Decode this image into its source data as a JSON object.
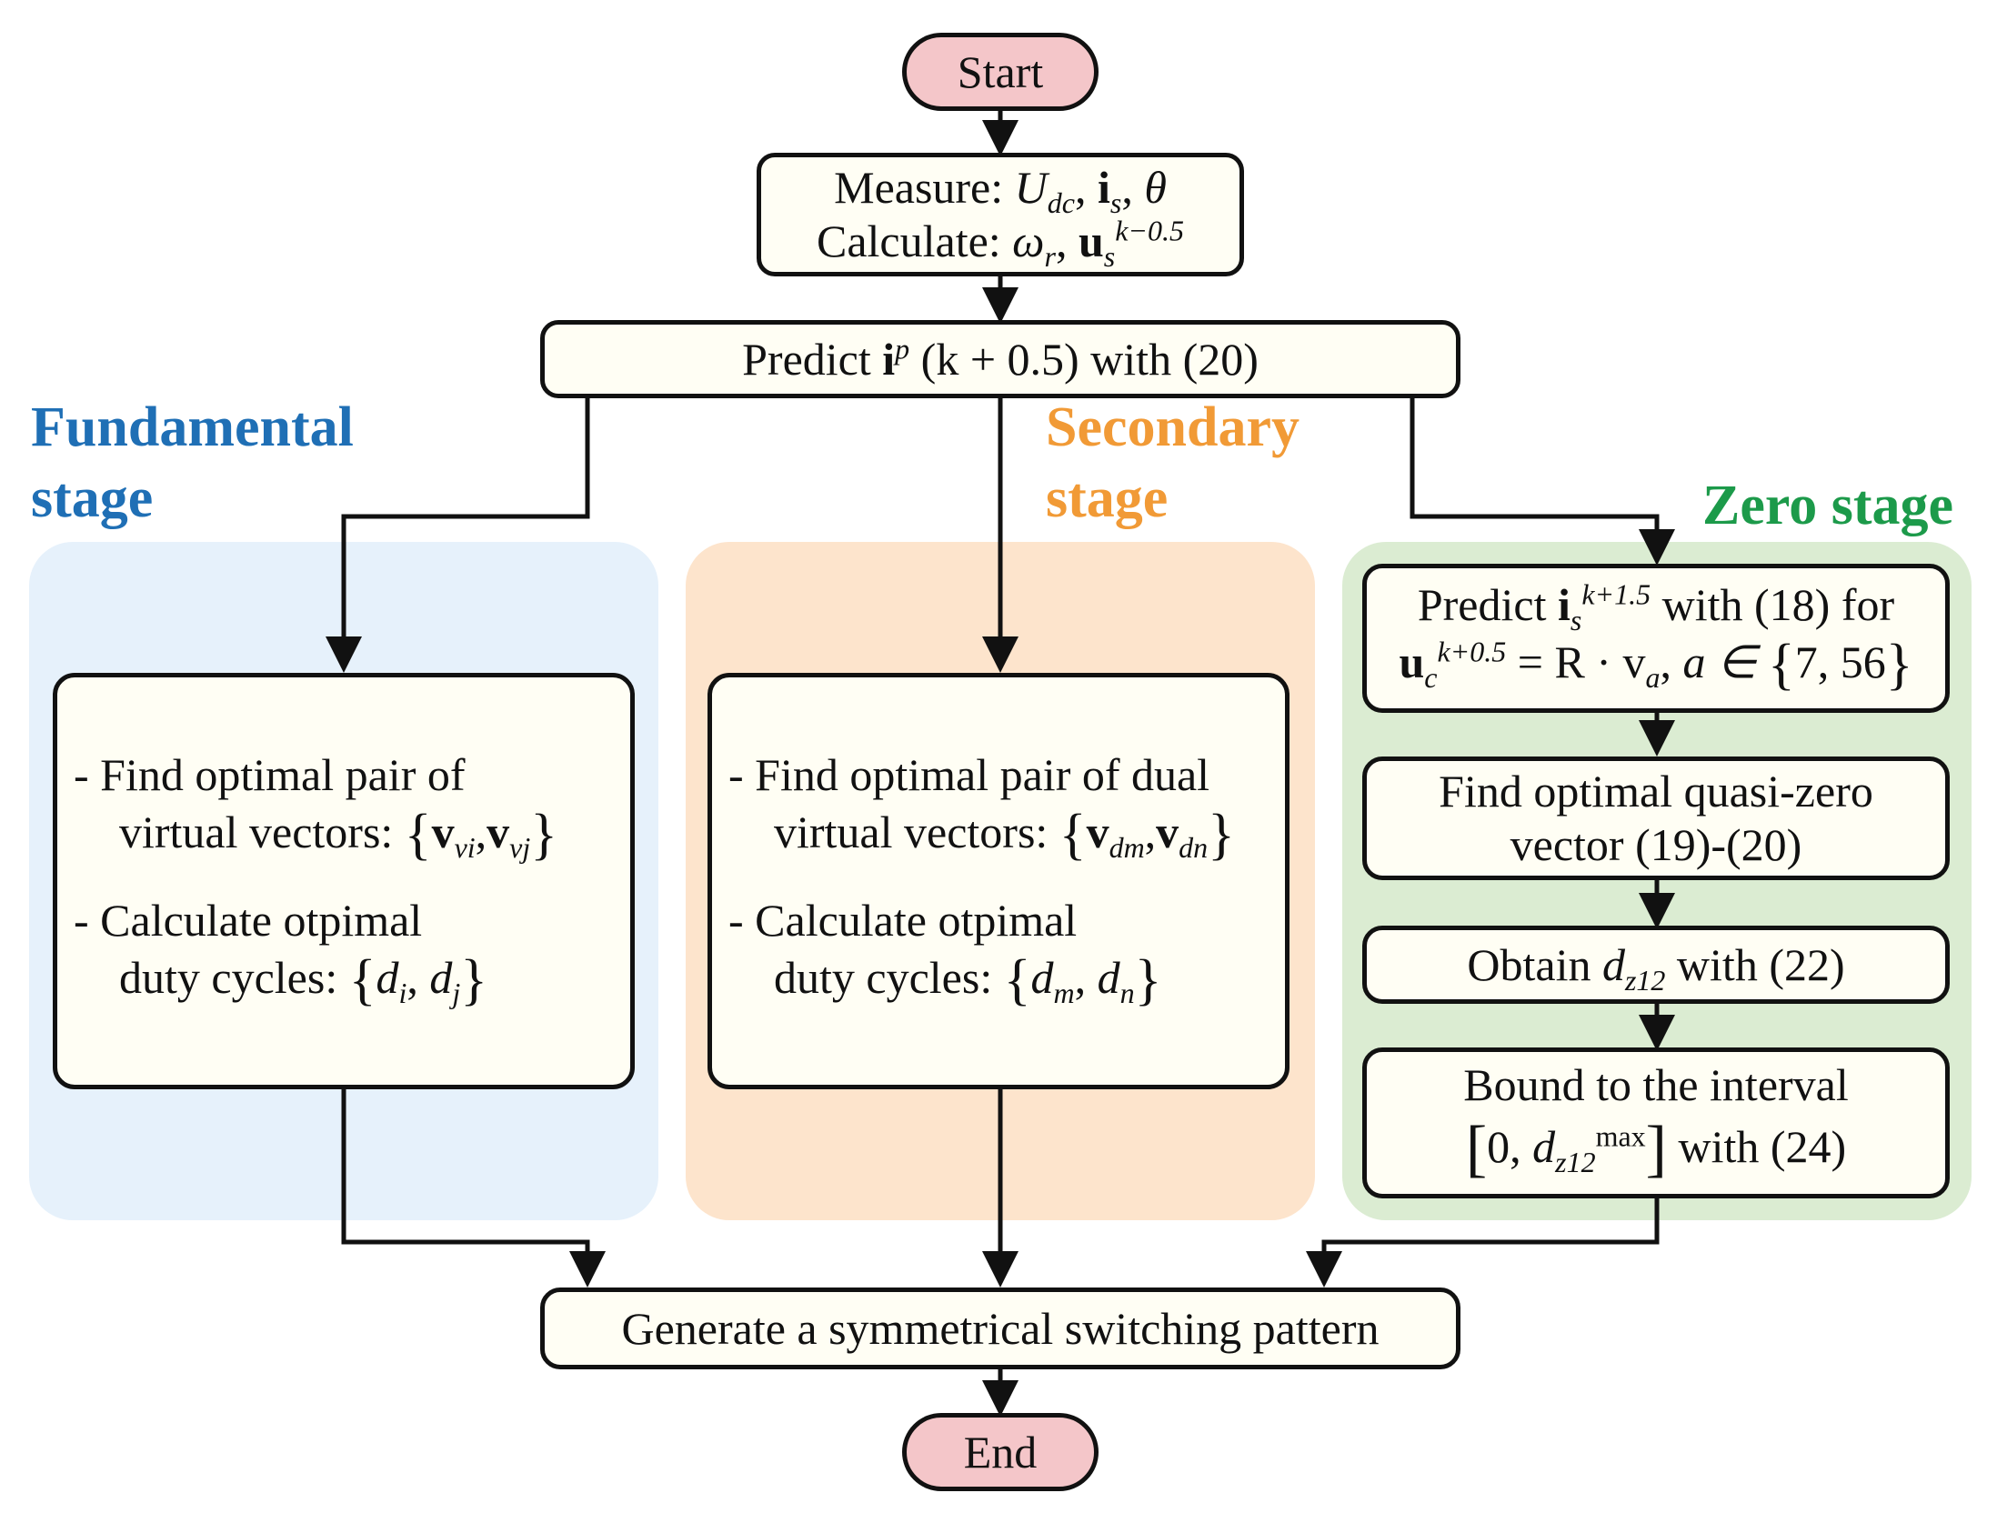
{
  "nodes": {
    "start": "Start",
    "measure_label": "Measure:",
    "measure_vars": [
      "U",
      "dc",
      "i",
      "s",
      "θ"
    ],
    "calculate_label": "Calculate:",
    "calculate_vars": [
      "ω",
      "r",
      "u",
      "s",
      "k−0.5"
    ],
    "predict_a": "Predict",
    "predict_b": "i",
    "predict_sup": "p",
    "predict_c": "(k + 0.5) with (20)",
    "generate": "Generate a symmetrical switching pattern",
    "end": "End"
  },
  "stages": {
    "fundamental": {
      "title_line1": "Fundamental",
      "title_line2": "stage",
      "color": "#1f6fb5",
      "panel_color": "#e6f1fb",
      "line1": "- Find optimal pair of",
      "line2": "virtual vectors:",
      "vec_sub1": "vi",
      "vec_sub2": "vj",
      "line3": "- Calculate otpimal",
      "line4": "duty cycles:",
      "d_sub1": "i",
      "d_sub2": "j"
    },
    "secondary": {
      "title_line1": "Secondary",
      "title_line2": "stage",
      "color": "#f19a36",
      "panel_color": "#fde4cc",
      "line1": "- Find optimal pair of dual",
      "line2": "virtual vectors:",
      "vec_sub1": "dm",
      "vec_sub2": "dn",
      "line3": "- Calculate otpimal",
      "line4": "duty cycles:",
      "d_sub1": "m",
      "d_sub2": "n"
    },
    "zero": {
      "title": "Zero stage",
      "color": "#1c9a4a",
      "panel_color": "#dbecd2",
      "box1_a": "Predict",
      "box1_sup": "k+1.5",
      "box1_b": "with (18) for",
      "box1_c_sup": "k+0.5",
      "box1_d": "= R · v",
      "box1_e": "a ∈",
      "box1_set": "7, 56",
      "box2_line1": "Find optimal quasi-zero",
      "box2_line2": "vector (19)-(20)",
      "box3_a": "Obtain",
      "box3_sub": "z12",
      "box3_b": "with (22)",
      "box4_line1": "Bound to the interval",
      "box4_zero": "0,",
      "box4_sup": "max",
      "box4_sub": "z12",
      "box4_b": "with (24)"
    }
  }
}
